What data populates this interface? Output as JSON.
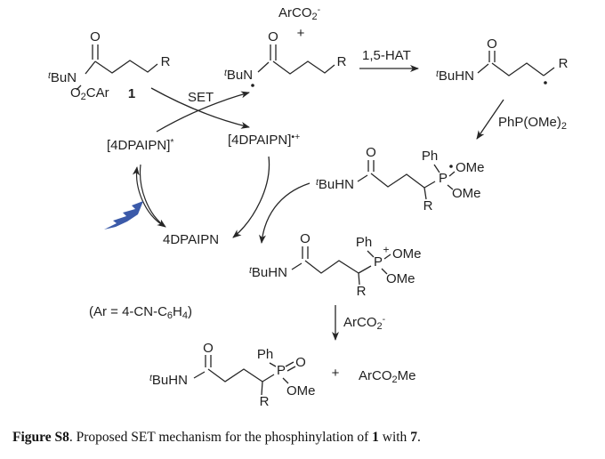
{
  "colors": {
    "ink": "#1f1f1f",
    "light_arrow_blue": "#3b5aa9"
  },
  "top_left": {
    "t": "t",
    "amine": "BuN",
    "carbonyl_o": "O",
    "r": "R",
    "ester_o": "O",
    "ester_sub": "2",
    "ester_rest": "CAr",
    "compound_number": "1"
  },
  "top_mid": {
    "anion_base": "ArCO",
    "anion_sub": "2",
    "anion_sup": "-",
    "plus": "+",
    "t": "t",
    "amine": "BuN",
    "carbonyl_o": "O",
    "r": "R"
  },
  "top_right": {
    "t": "t",
    "amine": "BuHN",
    "carbonyl_o": "O",
    "r": "R"
  },
  "phosphoranyl": {
    "t": "t",
    "amine": "BuHN",
    "carbonyl_o": "O",
    "ph": "Ph",
    "p": "P",
    "ome_upper": "OMe",
    "ome_lower": "OMe",
    "r": "R"
  },
  "phosphonium": {
    "t": "t",
    "amine": "BuHN",
    "carbonyl_o": "O",
    "ph": "Ph",
    "p": "P",
    "charge": "+",
    "ome_upper": "OMe",
    "ome_lower": "OMe",
    "r": "R"
  },
  "product": {
    "t": "t",
    "amine": "BuHN",
    "carbonyl_o": "O",
    "ph": "Ph",
    "p": "P",
    "oxide_o": "O",
    "ome": "OMe",
    "r": "R",
    "plus": "+",
    "ester_base": "ArCO",
    "ester_sub": "2",
    "ester_end": "Me"
  },
  "cycle": {
    "excited_name": "[4DPAIPN]",
    "excited_sup": "*",
    "radical_cation_name": "[4DPAIPN]",
    "radical_cation_sup": "•+",
    "ground": "4DPAIPN",
    "set": "SET"
  },
  "arrows": {
    "hat": "1,5-HAT",
    "phosphite_base": "PhP(OMe)",
    "phosphite_sub": "2",
    "arco2_base": "ArCO",
    "arco2_sub": "2",
    "arco2_sup": "-"
  },
  "ar_definition": {
    "p1": "(Ar = 4-CN-C",
    "sub1": "6",
    "p2": "H",
    "sub2": "4",
    "p3": ")"
  },
  "caption": {
    "label": "Figure S8",
    "sep": ". ",
    "body": "Proposed SET mechanism for the phosphinylation of ",
    "compound1": "1",
    "mid": " with ",
    "compound2": "7",
    "end": "."
  }
}
